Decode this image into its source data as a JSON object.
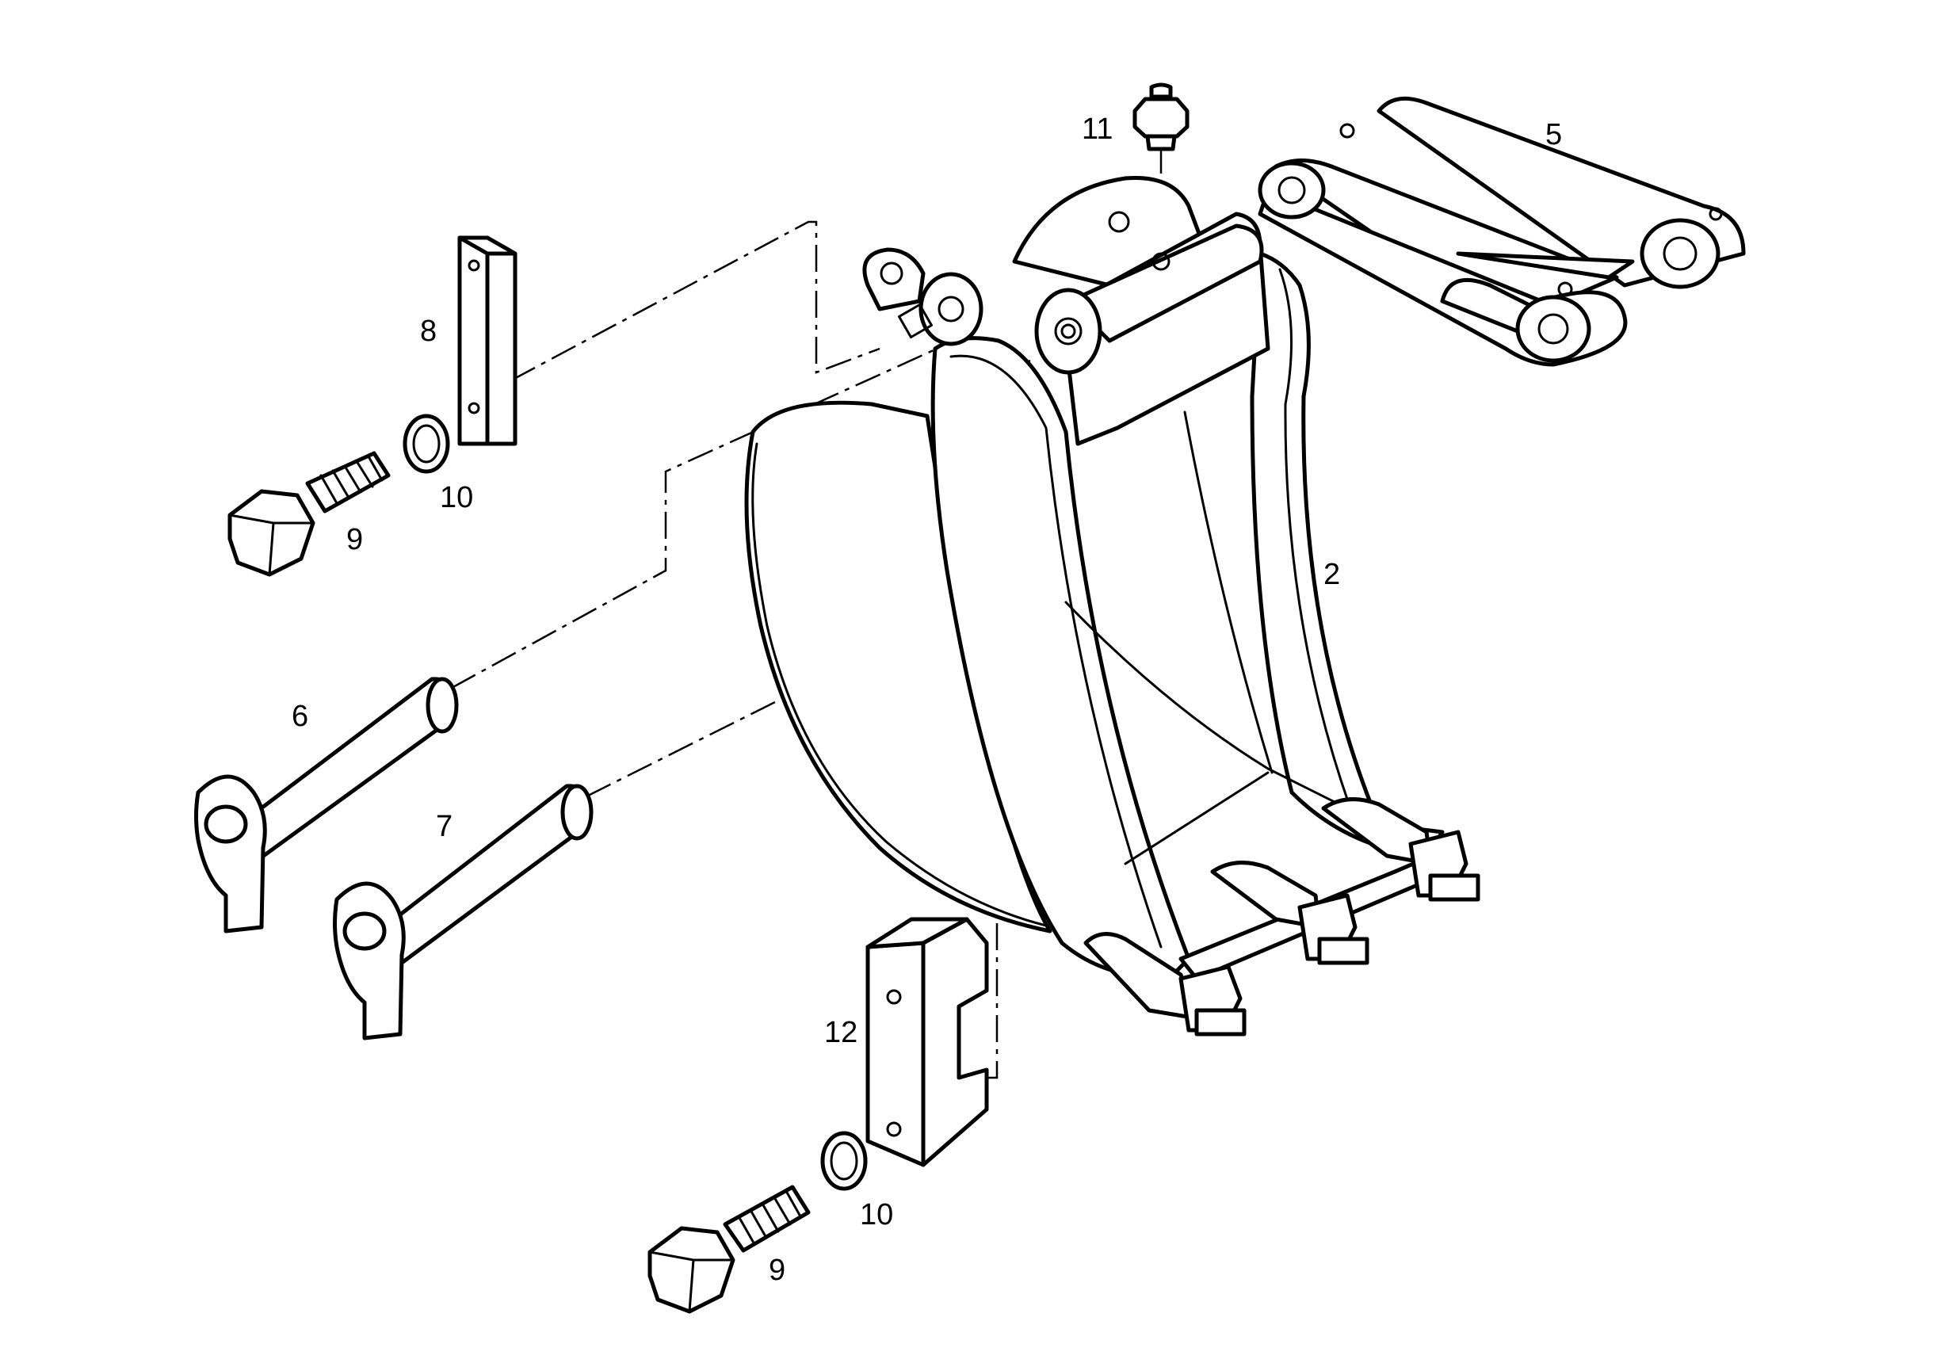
{
  "callouts": {
    "c2": "2",
    "c5": "5",
    "c6": "6",
    "c7": "7",
    "c8": "8",
    "c9_top": "9",
    "c9_bottom": "9",
    "c10_top": "10",
    "c10_bottom": "10",
    "c11": "11",
    "c12": "12"
  },
  "colors": {
    "line": "#000000",
    "background": "#ffffff"
  }
}
